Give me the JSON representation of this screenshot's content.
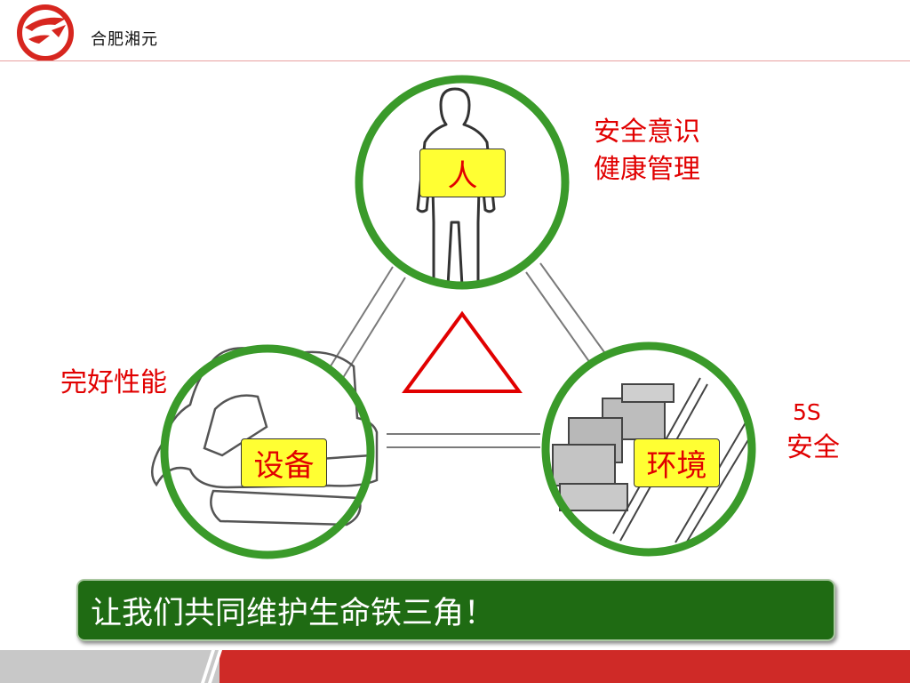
{
  "header": {
    "company_name": "合肥湘元"
  },
  "triangle": {
    "nodes": [
      {
        "id": "person",
        "label": "人"
      },
      {
        "id": "equipment",
        "label": "设备"
      },
      {
        "id": "environment",
        "label": "环境"
      }
    ],
    "notes": {
      "person": [
        "安全意识",
        "健康管理"
      ],
      "equipment": "完好性能",
      "environment": [
        "5S",
        "安全"
      ]
    }
  },
  "slogan": "让我们共同维护生命铁三角！",
  "colors": {
    "accent_red": "#e10000",
    "circle_green": "#3a9a2a",
    "banner_green": "#1f6b13",
    "tag_yellow": "#ffff33"
  }
}
